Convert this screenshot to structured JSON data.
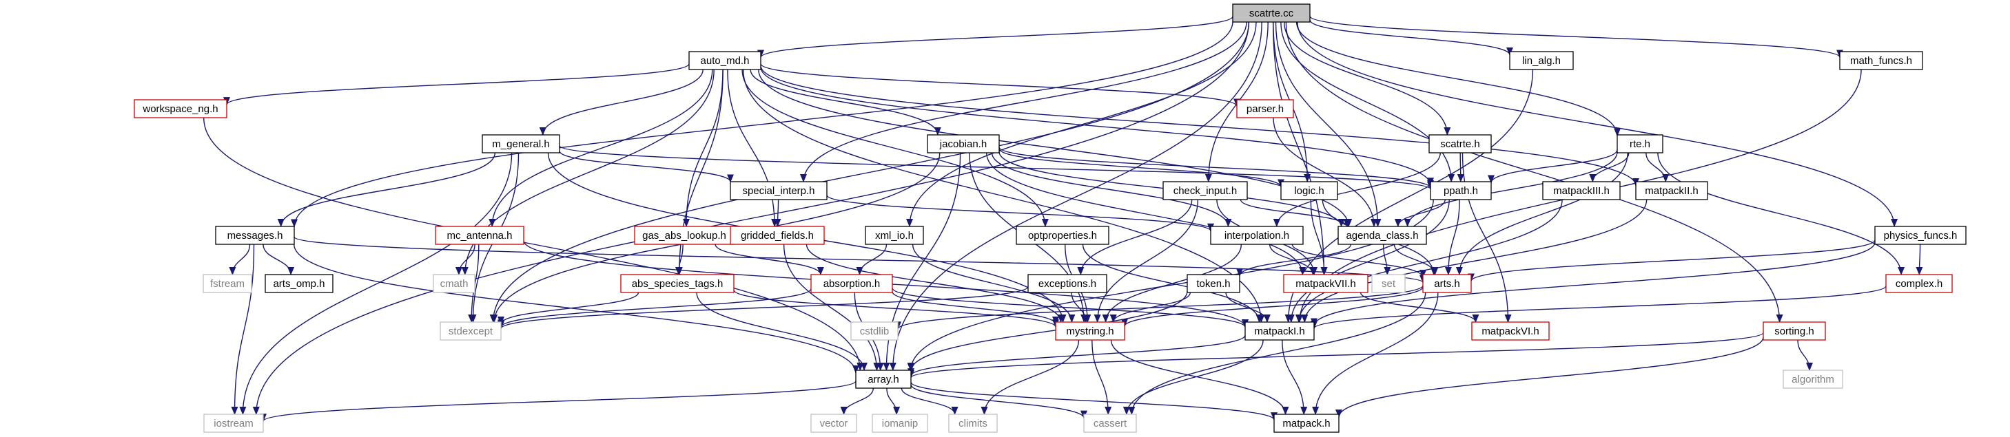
{
  "root": "scatrte.cc",
  "nodes": {
    "scatrte_cc": "scatrte.cc",
    "auto_md_h": "auto_md.h",
    "lin_alg_h": "lin_alg.h",
    "math_funcs_h": "math_funcs.h",
    "workspace_ng_h": "workspace_ng.h",
    "m_general_h": "m_general.h",
    "jacobian_h": "jacobian.h",
    "parser_h": "parser.h",
    "scatrte_h": "scatrte.h",
    "rte_h": "rte.h",
    "special_interp_h": "special_interp.h",
    "check_input_h": "check_input.h",
    "logic_h": "logic.h",
    "ppath_h": "ppath.h",
    "matpackIII_h": "matpackIII.h",
    "matpackII_h": "matpackII.h",
    "messages_h": "messages.h",
    "mc_antenna_h": "mc_antenna.h",
    "gas_abs_lookup_h": "gas_abs_lookup.h",
    "gridded_fields_h": "gridded_fields.h",
    "xml_io_h": "xml_io.h",
    "optproperties_h": "optproperties.h",
    "interpolation_h": "interpolation.h",
    "agenda_class_h": "agenda_class.h",
    "physics_funcs_h": "physics_funcs.h",
    "fstream": "fstream",
    "arts_omp_h": "arts_omp.h",
    "cmath": "cmath",
    "abs_species_tags_h": "abs_species_tags.h",
    "absorption_h": "absorption.h",
    "exceptions_h": "exceptions.h",
    "token_h": "token.h",
    "matpackVII_h": "matpackVII.h",
    "set": "set",
    "arts_h": "arts.h",
    "complex_h": "complex.h",
    "stdexcept": "stdexcept",
    "cstdlib": "cstdlib",
    "mystring_h": "mystring.h",
    "matpackI_h": "matpackI.h",
    "matpackVI_h": "matpackVI.h",
    "sorting_h": "sorting.h",
    "algorithm": "algorithm",
    "array_h": "array.h",
    "iostream": "iostream",
    "vector": "vector",
    "iomanip": "iomanip",
    "climits": "climits",
    "cassert": "cassert",
    "matpack_h": "matpack.h"
  }
}
